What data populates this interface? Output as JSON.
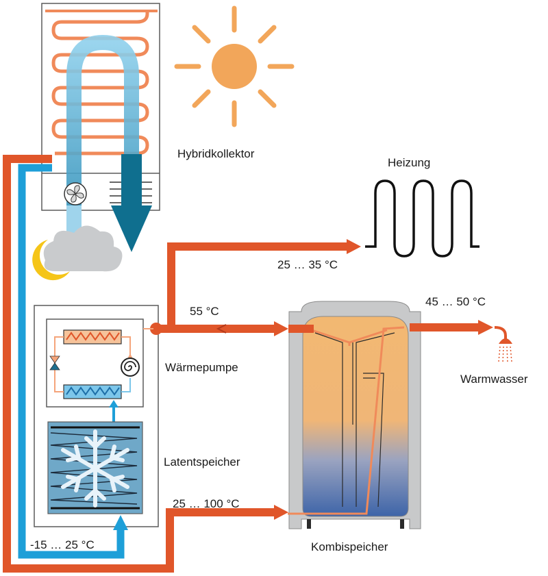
{
  "labels": {
    "hybrid_collector": "Hybridkollektor",
    "heating": "Heizung",
    "heat_pump": "Wärmepumpe",
    "latent_storage": "Latentspeicher",
    "combi_storage": "Kombispeicher",
    "hot_water": "Warmwasser"
  },
  "temperatures": {
    "heating_range": "25 … 35 °C",
    "heat_pump_out": "55 °C",
    "hot_water_range": "45 … 50 °C",
    "collector_to_storage": "25 … 100 °C",
    "latent_range": "-15 … 25 °C"
  },
  "colors": {
    "hot_pipe": "#e0562a",
    "cold_pipe": "#1e9fd8",
    "sun": "#f2a65a",
    "collector_coil": "#f08a5a",
    "collector_air": "#7fc6e6",
    "air_arrow": "#0f6f8f",
    "cloud": "#c9cbcd",
    "moon": "#f5c518",
    "tank_shell": "#c8c9ca",
    "tank_warm": "#f2b872",
    "tank_cold": "#3d64a8",
    "ice_block": "#6fa8c8",
    "snowflake": "#e8f3fa"
  },
  "icons": {
    "sun": "sun-icon",
    "cloud_moon": "cloud-moon-icon",
    "fan": "fan-icon",
    "shower": "shower-icon",
    "snowflake": "snowflake-icon",
    "compressor": "compressor-icon",
    "expansion_valve": "expansion-valve-icon"
  }
}
